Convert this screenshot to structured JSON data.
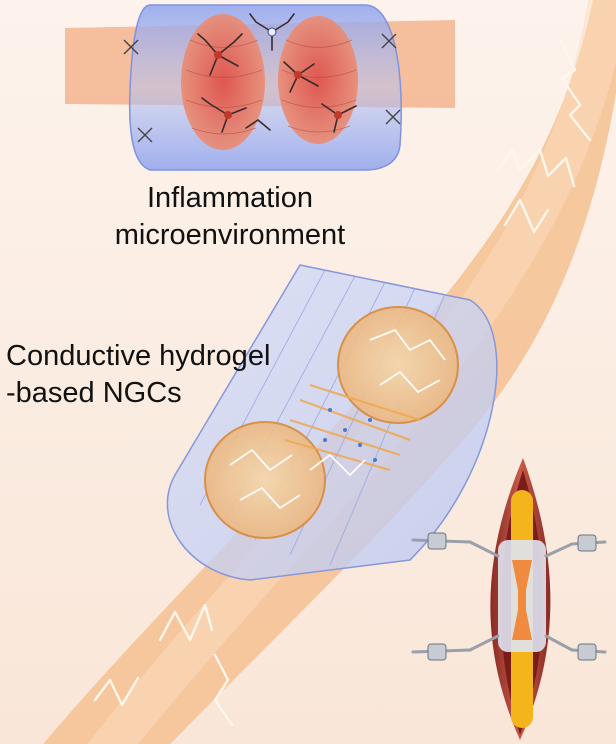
{
  "labels": {
    "top_line1": "Inflammation",
    "top_line2": "microenvironment",
    "mid_line1": "Conductive hydrogel",
    "mid_line2": "-based NGCs"
  },
  "icons": [
    "nerve-fiber",
    "nerve-guidance-conduit",
    "neuron-cell",
    "surgical-incision",
    "electric-spark"
  ],
  "colors": {
    "background": "#fbeee4",
    "nerve": "#f6c9a0",
    "tissue_red": "#e2685d",
    "conduit_blue": "#a9b9f0",
    "hydrogel_orange": "#e8a35a",
    "incision_yellow": "#f3b41c"
  }
}
